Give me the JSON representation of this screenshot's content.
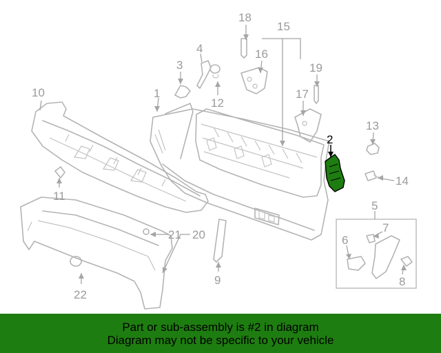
{
  "diagram": {
    "callouts": {
      "c1": "1",
      "c2": "2",
      "c3": "3",
      "c4": "4",
      "c5": "5",
      "c6": "6",
      "c7": "7",
      "c8": "8",
      "c9": "9",
      "c10": "10",
      "c11": "11",
      "c12": "12",
      "c13": "13",
      "c14": "14",
      "c15": "15",
      "c16": "16",
      "c17": "17",
      "c18": "18",
      "c19": "19",
      "c20": "20",
      "c21": "21",
      "c22": "22"
    },
    "highlighted_part": "2",
    "colors": {
      "highlight": "#1e7d10",
      "parts": "#b3b3b3",
      "callouts": "#9a9a9a"
    }
  },
  "banner": {
    "line1": "Part or sub-assembly is #2 in diagram",
    "line2": "Diagram may not be specific to your vehicle",
    "background": "#1e7d10"
  }
}
